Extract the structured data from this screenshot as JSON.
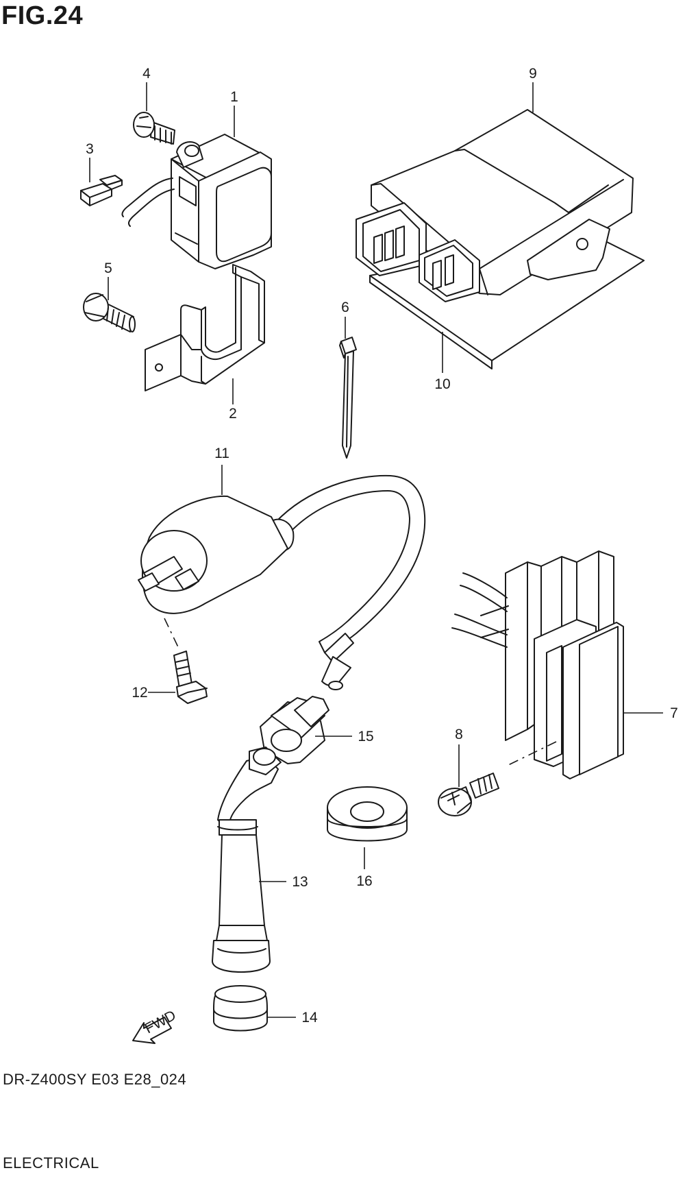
{
  "figure": {
    "title": "FIG.24",
    "model_code": "DR-Z400SY E03 E28_024",
    "section": "ELECTRICAL",
    "fwd_label": "FWD"
  },
  "callouts": [
    "1",
    "2",
    "3",
    "4",
    "5",
    "6",
    "7",
    "8",
    "9",
    "10",
    "11",
    "12",
    "13",
    "14",
    "15",
    "16"
  ]
}
